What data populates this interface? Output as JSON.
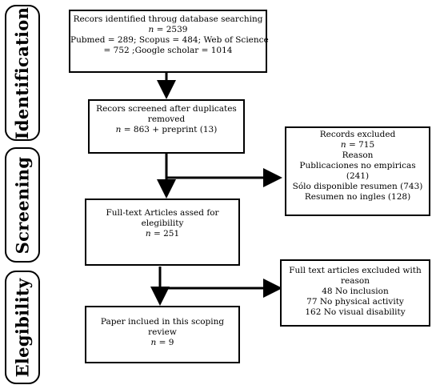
{
  "phases": {
    "identification": "Identification",
    "screening": "Screening",
    "elegibility": "Elegibility"
  },
  "identified": {
    "line1": "Recors identified throug database searching",
    "n_label": "n",
    "n_value": " = 2539",
    "line3": "Pubmed = 289; Scopus = 484; Web of Science",
    "line4": "= 752 ;Google scholar = 1014"
  },
  "screened": {
    "line1": "Recors screened after duplicates",
    "line2": "removed",
    "n_label": "n",
    "n_value": " = 863 + preprint (13)"
  },
  "excluded": {
    "line1": "Records excluded",
    "n_label": "n",
    "n_value": " = 715",
    "line3": "Reason",
    "line4": "Publicaciones no empiricas",
    "line5": "(241)",
    "line6": "Sólo disponible resumen (743)",
    "line7": "Resumen no ingles (128)"
  },
  "fulltext": {
    "line1": "Full-text Articles assed for",
    "line2": "elegibility",
    "n_label": "n",
    "n_value": " = 251"
  },
  "fulltext_excluded": {
    "line1": "Full text articles excluded with",
    "line2": "reason",
    "line3": "48 No inclusion",
    "line4": "77 No physical activity",
    "line5": "162 No visual disability"
  },
  "included": {
    "line1": "Paper inclued in this scoping",
    "line2": "review",
    "n_label": "n",
    "n_value": " = 9"
  }
}
